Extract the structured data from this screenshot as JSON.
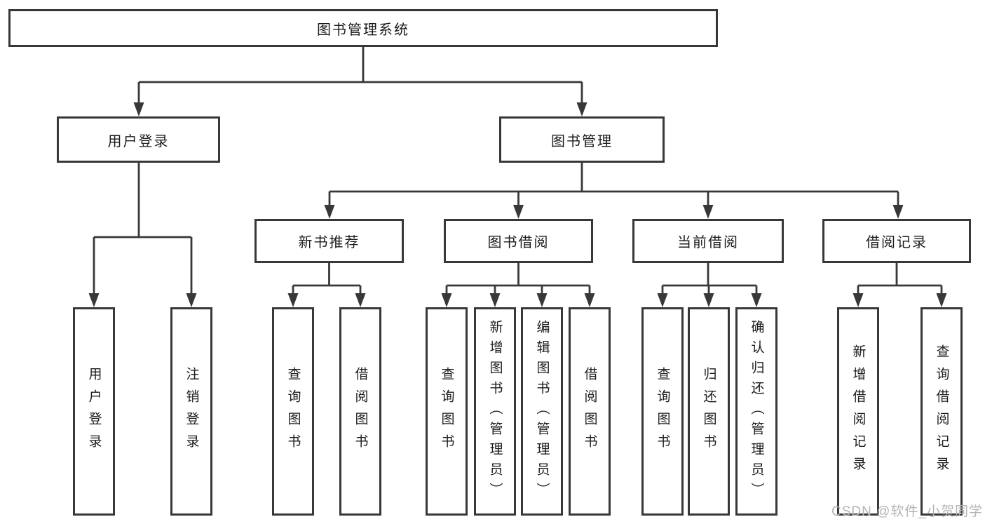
{
  "diagram": {
    "root": {
      "label": "图书管理系统"
    },
    "level2": [
      {
        "id": "user-login",
        "label": "用户登录"
      },
      {
        "id": "book-management",
        "label": "图书管理"
      }
    ],
    "level3": [
      {
        "id": "new-book-recommend",
        "label": "新书推荐"
      },
      {
        "id": "book-borrow",
        "label": "图书借阅"
      },
      {
        "id": "current-borrow",
        "label": "当前借阅"
      },
      {
        "id": "borrow-records",
        "label": "借阅记录"
      }
    ],
    "leaves": [
      {
        "parent": "user-login",
        "label": "用户登录"
      },
      {
        "parent": "user-login",
        "label": "注销登录"
      },
      {
        "parent": "new-book-recommend",
        "label": "查询图书"
      },
      {
        "parent": "new-book-recommend",
        "label": "借阅图书"
      },
      {
        "parent": "book-borrow",
        "label": "查询图书"
      },
      {
        "parent": "book-borrow",
        "label": "新增图书（管理员）"
      },
      {
        "parent": "book-borrow",
        "label": "编辑图书（管理员）"
      },
      {
        "parent": "book-borrow",
        "label": "借阅图书"
      },
      {
        "parent": "current-borrow",
        "label": "查询图书"
      },
      {
        "parent": "current-borrow",
        "label": "归还图书"
      },
      {
        "parent": "current-borrow",
        "label": "确认归还（管理员）"
      },
      {
        "parent": "borrow-records",
        "label": "新增借阅记录"
      },
      {
        "parent": "borrow-records",
        "label": "查询借阅记录"
      }
    ]
  },
  "watermark": {
    "text": "CSDN @软件_小贺同学"
  },
  "colors": {
    "line": "#383838",
    "border": "#383838",
    "text": "#1c1c1c",
    "background": "#ffffff",
    "watermark": "#b4b4b4"
  }
}
